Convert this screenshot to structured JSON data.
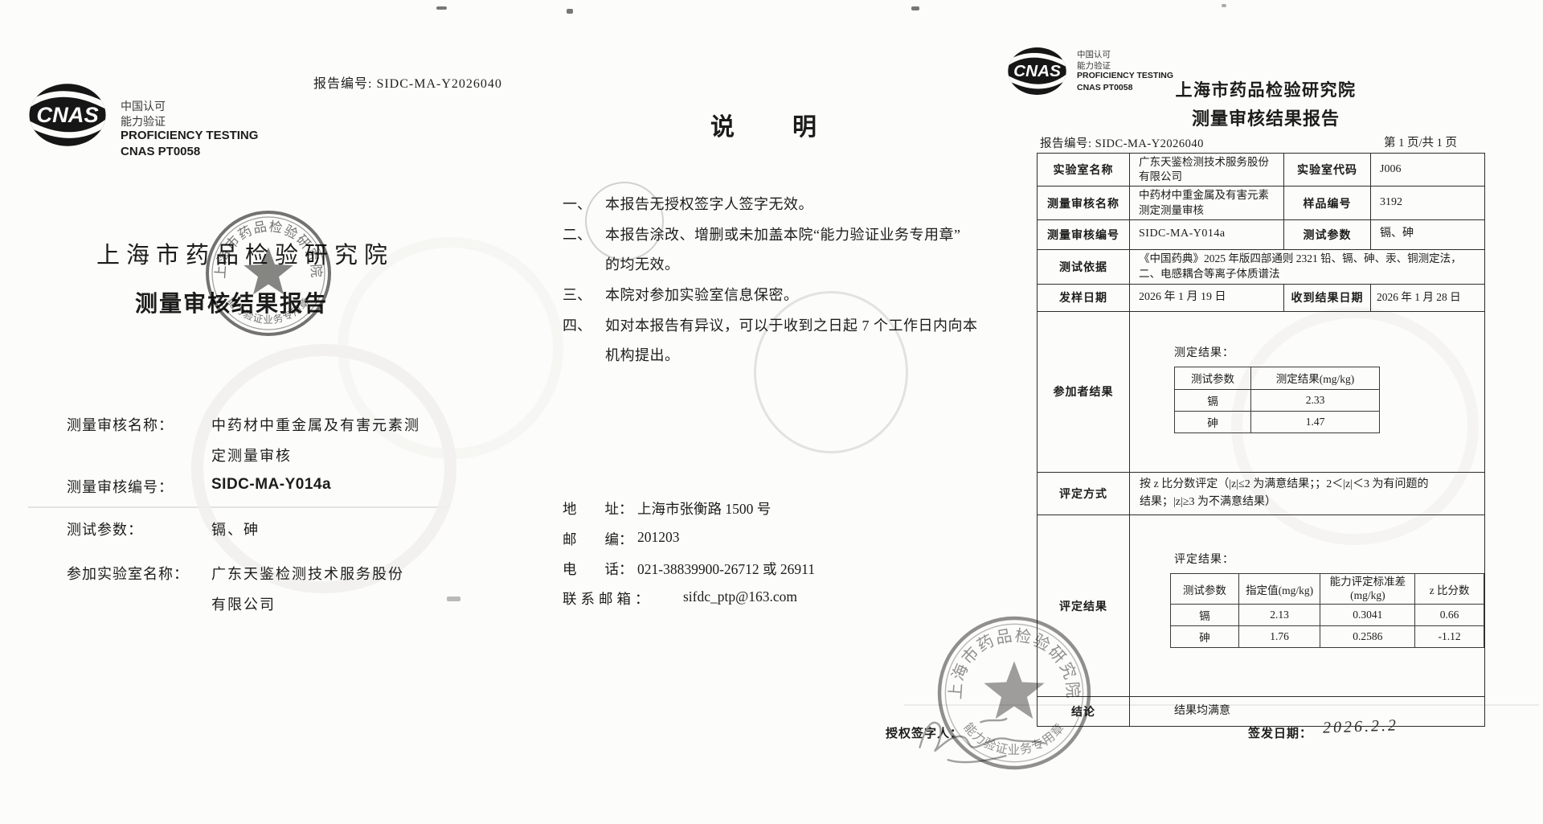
{
  "cnas": {
    "logo_text": "CNAS",
    "accred_line1": "中国认可",
    "accred_line2": "能力验证",
    "accred_line3": "PROFICIENCY TESTING",
    "accred_line4": "CNAS PT0058"
  },
  "stamp": {
    "top_text": "上海市药品检验研究院",
    "bottom_text": "能力验证业务专用章"
  },
  "cover": {
    "report_no": "报告编号: SIDC-MA-Y2026040",
    "title": "上海市药品检验研究院",
    "subtitle": "测量审核结果报告",
    "fields": [
      {
        "label": "测量审核名称：",
        "value": "中药材中重金属及有害元素测",
        "value2": "定测量审核"
      },
      {
        "label": "测量审核编号：",
        "value": "SIDC-MA-Y014a",
        "value2": ""
      },
      {
        "label": "测试参数：",
        "value": "镉、砷",
        "value2": ""
      },
      {
        "label": "参加实验室名称：",
        "value": "广东天鉴检测技术服务股份",
        "value2": "有限公司"
      }
    ]
  },
  "notice": {
    "title": "说　　明",
    "items": [
      {
        "num": "一、",
        "line1": "本报告无授权签字人签字无效。",
        "line2": ""
      },
      {
        "num": "二、",
        "line1": "本报告涂改、增删或未加盖本院“能力验证业务专用章”",
        "line2": "的均无效。"
      },
      {
        "num": "三、",
        "line1": "本院对参加实验室信息保密。",
        "line2": ""
      },
      {
        "num": "四、",
        "line1": "如对本报告有异议，可以于收到之日起 7 个工作日内向本",
        "line2": "机构提出。"
      }
    ],
    "contact": [
      {
        "label": "地　　址：",
        "value": "上海市张衡路 1500 号"
      },
      {
        "label": "邮　　编：",
        "value": "201203"
      },
      {
        "label": "电　　话：",
        "value": "021-38839900-26712 或 26911"
      },
      {
        "label": "联系邮箱：",
        "value": "sifdc_ptp@163.com"
      }
    ]
  },
  "report": {
    "org_title": "上海市药品检验研究院",
    "doc_title": "测量审核结果报告",
    "report_no": "报告编号: SIDC-MA-Y2026040",
    "page_no": "第 1 页/共 1 页",
    "info": {
      "lab_name_label": "实验室名称",
      "lab_name": "广东天鉴检测技术服务股份有限公司",
      "lab_code_label": "实验室代码",
      "lab_code": "J006",
      "ma_name_label": "测量审核名称",
      "ma_name": "中药材中重金属及有害元素测定测量审核",
      "sample_no_label": "样品编号",
      "sample_no": "3192",
      "ma_no_label": "测量审核编号",
      "ma_no": "SIDC-MA-Y014a",
      "param_label": "测试参数",
      "param": "镉、砷",
      "basis_label": "测试依据",
      "basis_line1": "《中国药典》2025 年版四部通则 2321 铅、镉、砷、汞、铜测定法，",
      "basis_line2": "二、电感耦合等离子体质谱法",
      "send_date_label": "发样日期",
      "send_date": "2026 年 1 月 19 日",
      "recv_date_label": "收到结果日期",
      "recv_date": "2026 年 1 月 28 日"
    },
    "participant": {
      "row_label": "参加者结果",
      "caption": "测定结果：",
      "h_param": "测试参数",
      "h_result": "测定结果(mg/kg)",
      "rows": [
        [
          "镉",
          "2.33"
        ],
        [
          "砷",
          "1.47"
        ]
      ]
    },
    "method": {
      "row_label": "评定方式",
      "line1": "按 z 比分数评定（|z|≤2 为满意结果；；2＜|z|＜3 为有问题的",
      "line2": "结果；|z|≥3 为不满意结果）"
    },
    "evaluation": {
      "row_label": "评定结果",
      "caption": "评定结果：",
      "h_param": "测试参数",
      "h_assigned": "指定值(mg/kg)",
      "h_sd1": "能力评定标准差",
      "h_sd2": "(mg/kg)",
      "h_z": "z 比分数",
      "rows": [
        [
          "镉",
          "2.13",
          "0.3041",
          "0.66"
        ],
        [
          "砷",
          "1.76",
          "0.2586",
          "-1.12"
        ]
      ]
    },
    "conclusion": {
      "label": "结论",
      "value": "结果均满意"
    },
    "footer": {
      "signer_label": "授权签字人：",
      "issue_label": "签发日期：",
      "issue_value": "2026.2.2"
    }
  }
}
